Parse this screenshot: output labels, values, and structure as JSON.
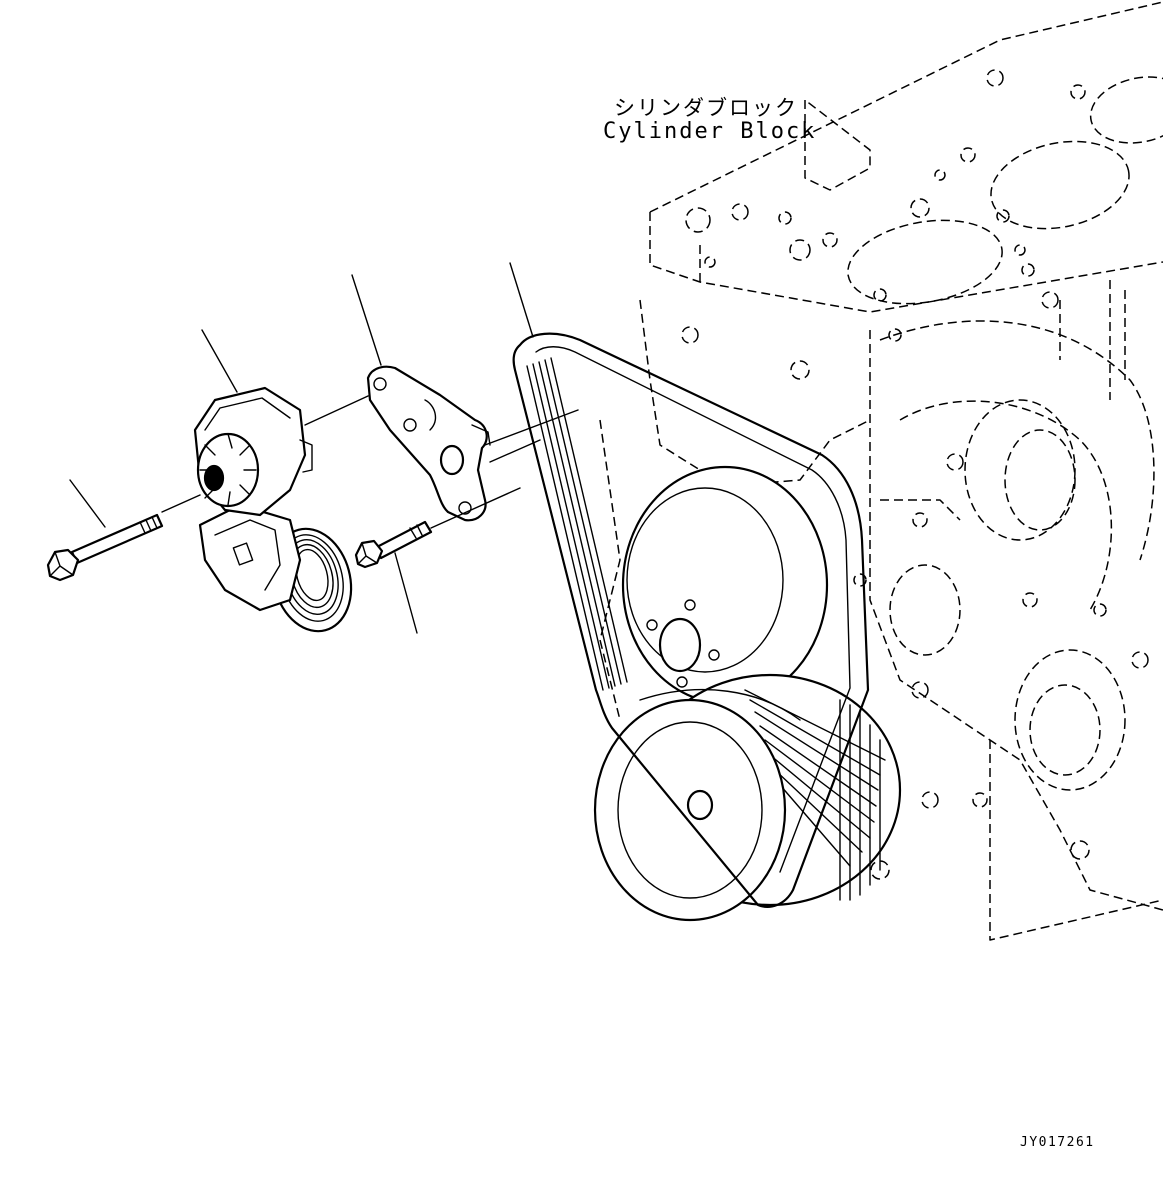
{
  "labels": {
    "cylinder_block_jp": "シリンダブロック",
    "cylinder_block_en": "Cylinder Block"
  },
  "drawing_code": "JY017261"
}
